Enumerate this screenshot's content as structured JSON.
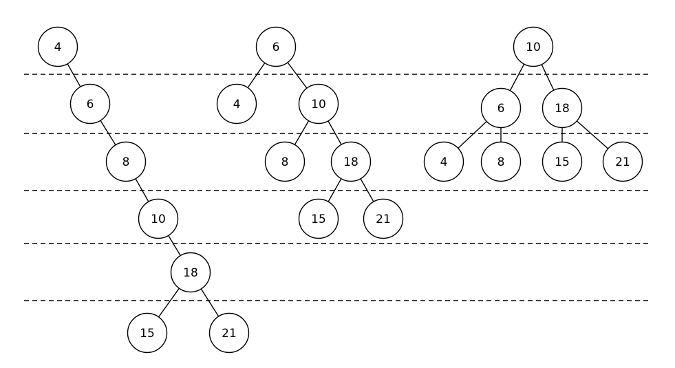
{
  "trees": [
    {
      "id": "tree-1",
      "nodes": [
        {
          "id": "t1-n4",
          "label": "4"
        },
        {
          "id": "t1-n6",
          "label": "6"
        },
        {
          "id": "t1-n8",
          "label": "8"
        },
        {
          "id": "t1-n10",
          "label": "10"
        },
        {
          "id": "t1-n18",
          "label": "18"
        },
        {
          "id": "t1-n15",
          "label": "15"
        },
        {
          "id": "t1-n21",
          "label": "21"
        }
      ],
      "edges": [
        [
          "t1-n4",
          "t1-n6"
        ],
        [
          "t1-n6",
          "t1-n8"
        ],
        [
          "t1-n8",
          "t1-n10"
        ],
        [
          "t1-n10",
          "t1-n18"
        ],
        [
          "t1-n18",
          "t1-n15"
        ],
        [
          "t1-n18",
          "t1-n21"
        ]
      ]
    },
    {
      "id": "tree-2",
      "nodes": [
        {
          "id": "t2-n6",
          "label": "6"
        },
        {
          "id": "t2-n4",
          "label": "4"
        },
        {
          "id": "t2-n10",
          "label": "10"
        },
        {
          "id": "t2-n8",
          "label": "8"
        },
        {
          "id": "t2-n18",
          "label": "18"
        },
        {
          "id": "t2-n15",
          "label": "15"
        },
        {
          "id": "t2-n21",
          "label": "21"
        }
      ],
      "edges": [
        [
          "t2-n6",
          "t2-n4"
        ],
        [
          "t2-n6",
          "t2-n10"
        ],
        [
          "t2-n10",
          "t2-n8"
        ],
        [
          "t2-n10",
          "t2-n18"
        ],
        [
          "t2-n18",
          "t2-n15"
        ],
        [
          "t2-n18",
          "t2-n21"
        ]
      ]
    },
    {
      "id": "tree-3",
      "nodes": [
        {
          "id": "t3-n10",
          "label": "10"
        },
        {
          "id": "t3-n6",
          "label": "6"
        },
        {
          "id": "t3-n18",
          "label": "18"
        },
        {
          "id": "t3-n4",
          "label": "4"
        },
        {
          "id": "t3-n8",
          "label": "8"
        },
        {
          "id": "t3-n15",
          "label": "15"
        },
        {
          "id": "t3-n21",
          "label": "21"
        }
      ],
      "edges": [
        [
          "t3-n10",
          "t3-n6"
        ],
        [
          "t3-n10",
          "t3-n18"
        ],
        [
          "t3-n6",
          "t3-n4"
        ],
        [
          "t3-n6",
          "t3-n8"
        ],
        [
          "t3-n18",
          "t3-n15"
        ],
        [
          "t3-n18",
          "t3-n21"
        ]
      ]
    }
  ]
}
